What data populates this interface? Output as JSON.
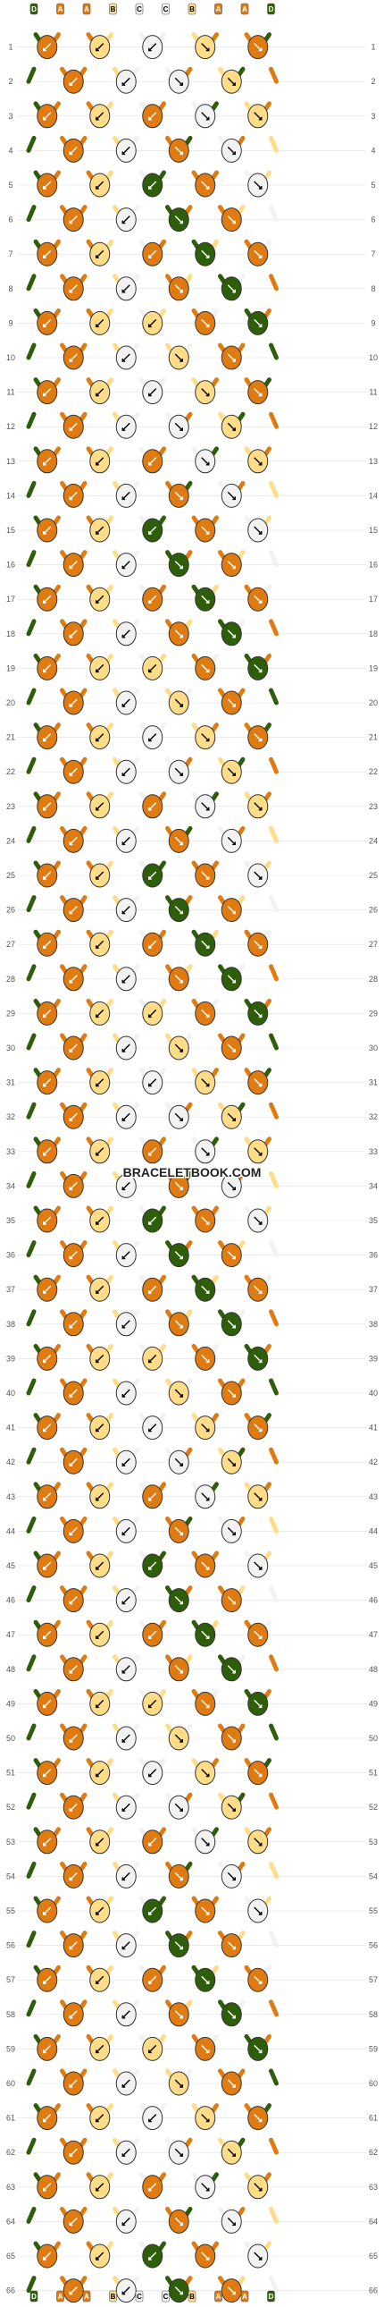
{
  "watermark": "BRACELETBOOK.COM",
  "colors": {
    "A": "#E07B12",
    "B": "#FFDD88",
    "C": "#F2F2F2",
    "D": "#2F5E0A"
  },
  "strands": [
    "D",
    "A",
    "A",
    "B",
    "C",
    "C",
    "B",
    "A",
    "A",
    "D"
  ],
  "row_count": 66
}
